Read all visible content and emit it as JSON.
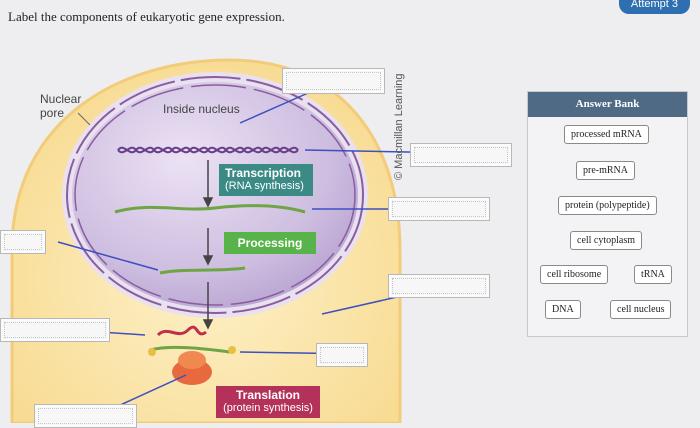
{
  "question": "Label the components of eukaryotic gene expression.",
  "attempt_label": "Attempt 3",
  "diagram": {
    "nuclear_pore_label": "Nuclear\npore",
    "inside_nucleus_label": "Inside nucleus",
    "transcription_label": "Transcription",
    "transcription_sub": "(RNA synthesis)",
    "processing_label": "Processing",
    "translation_label": "Translation",
    "translation_sub": "(protein synthesis)",
    "credit": "© Macmillan Learning"
  },
  "answer_bank": {
    "title": "Answer Bank",
    "items": [
      "processed mRNA",
      "pre-mRNA",
      "protein (polypeptide)",
      "cell cytoplasm",
      "cell ribosome",
      "tRNA",
      "DNA",
      "cell nucleus"
    ]
  },
  "colors": {
    "cytoplasm": "#fbe3a5",
    "nucleus": "#c7b6dc",
    "nuclear_envelope": "#8a5d9e",
    "label_box": "#3b8a86",
    "processing_box": "#58b34a",
    "translation_box": "#b4325a",
    "leader_line": "#3d4fc0",
    "ribosome": "#e8693d"
  }
}
